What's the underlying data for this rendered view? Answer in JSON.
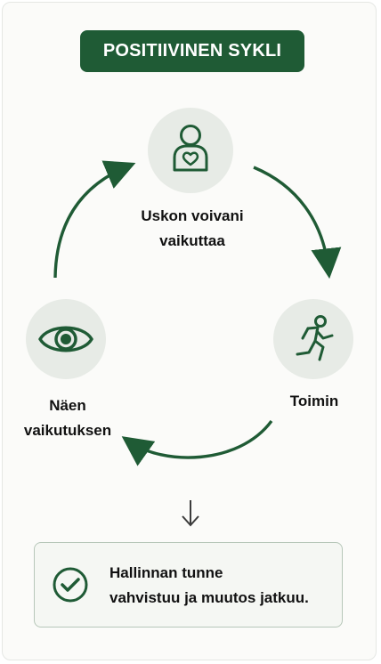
{
  "title": "POSITIIVINEN SYKLI",
  "nodes": {
    "top": {
      "label_line1": "Uskon voivani",
      "label_line2": "vaikuttaa",
      "icon": "person-heart-icon"
    },
    "right": {
      "label": "Toimin",
      "icon": "running-person-icon"
    },
    "left": {
      "label_line1": "Näen",
      "label_line2": "vaikutuksen",
      "icon": "eye-icon"
    }
  },
  "result": {
    "line1": "Hallinnan tunne",
    "line2": "vahvistuu ja muutos jatkuu.",
    "icon": "checkmark-circle-icon"
  },
  "colors": {
    "accent": "#1f5b35",
    "circle_fill": "#e7ebe6",
    "card_bg": "#fbfbf9"
  }
}
